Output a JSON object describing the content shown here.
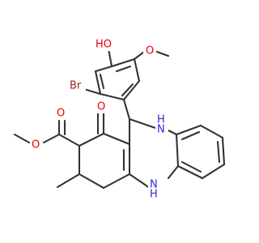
{
  "molecule": {
    "atoms": {
      "hydroxyl": "HO",
      "bromine": "Br",
      "methoxy_oxygen": "O",
      "ketone_oxygen": "O",
      "ester_carbonyl_oxygen": "O",
      "ester_ether_oxygen": "O",
      "amine_top": "N",
      "amine_top_h": "H",
      "amine_bottom": "N",
      "amine_bottom_h": "H"
    },
    "colors": {
      "bond": "#333333",
      "oxygen": "#e8000b",
      "nitrogen": "#2a2adf",
      "bromine": "#a0281e",
      "background": "#ffffff"
    }
  }
}
